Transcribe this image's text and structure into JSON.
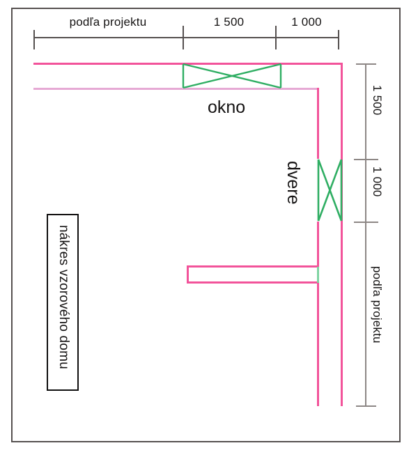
{
  "drawing": {
    "title_box_text": "nákres vzorového domu",
    "frame_color": "#55504f",
    "wall_color": "#f2539a",
    "wall_soft_color": "#e6a9d4",
    "opening_color": "#2fae63"
  },
  "dimensions_top": {
    "segments": [
      {
        "label": "podľa projektu"
      },
      {
        "label": "1 500"
      },
      {
        "label": "1 000"
      }
    ]
  },
  "dimensions_right": {
    "segments": [
      {
        "label": "1 500"
      },
      {
        "label": "1 000"
      },
      {
        "label": "podľa projektu"
      }
    ]
  },
  "plan_labels": {
    "window": "okno",
    "door": "dvere"
  }
}
